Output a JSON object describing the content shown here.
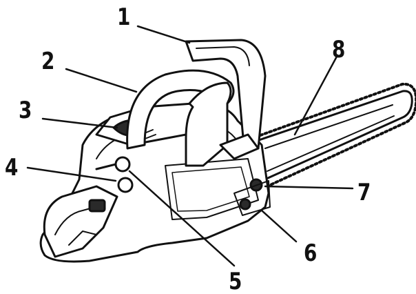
{
  "callouts": [
    {
      "number": "1"
    },
    {
      "number": "2"
    },
    {
      "number": "3"
    },
    {
      "number": "4"
    },
    {
      "number": "5"
    },
    {
      "number": "6"
    },
    {
      "number": "7"
    },
    {
      "number": "8"
    }
  ],
  "colors": {
    "line": "#111111",
    "fill": "#ffffff",
    "shade": "#2a2a2a"
  }
}
